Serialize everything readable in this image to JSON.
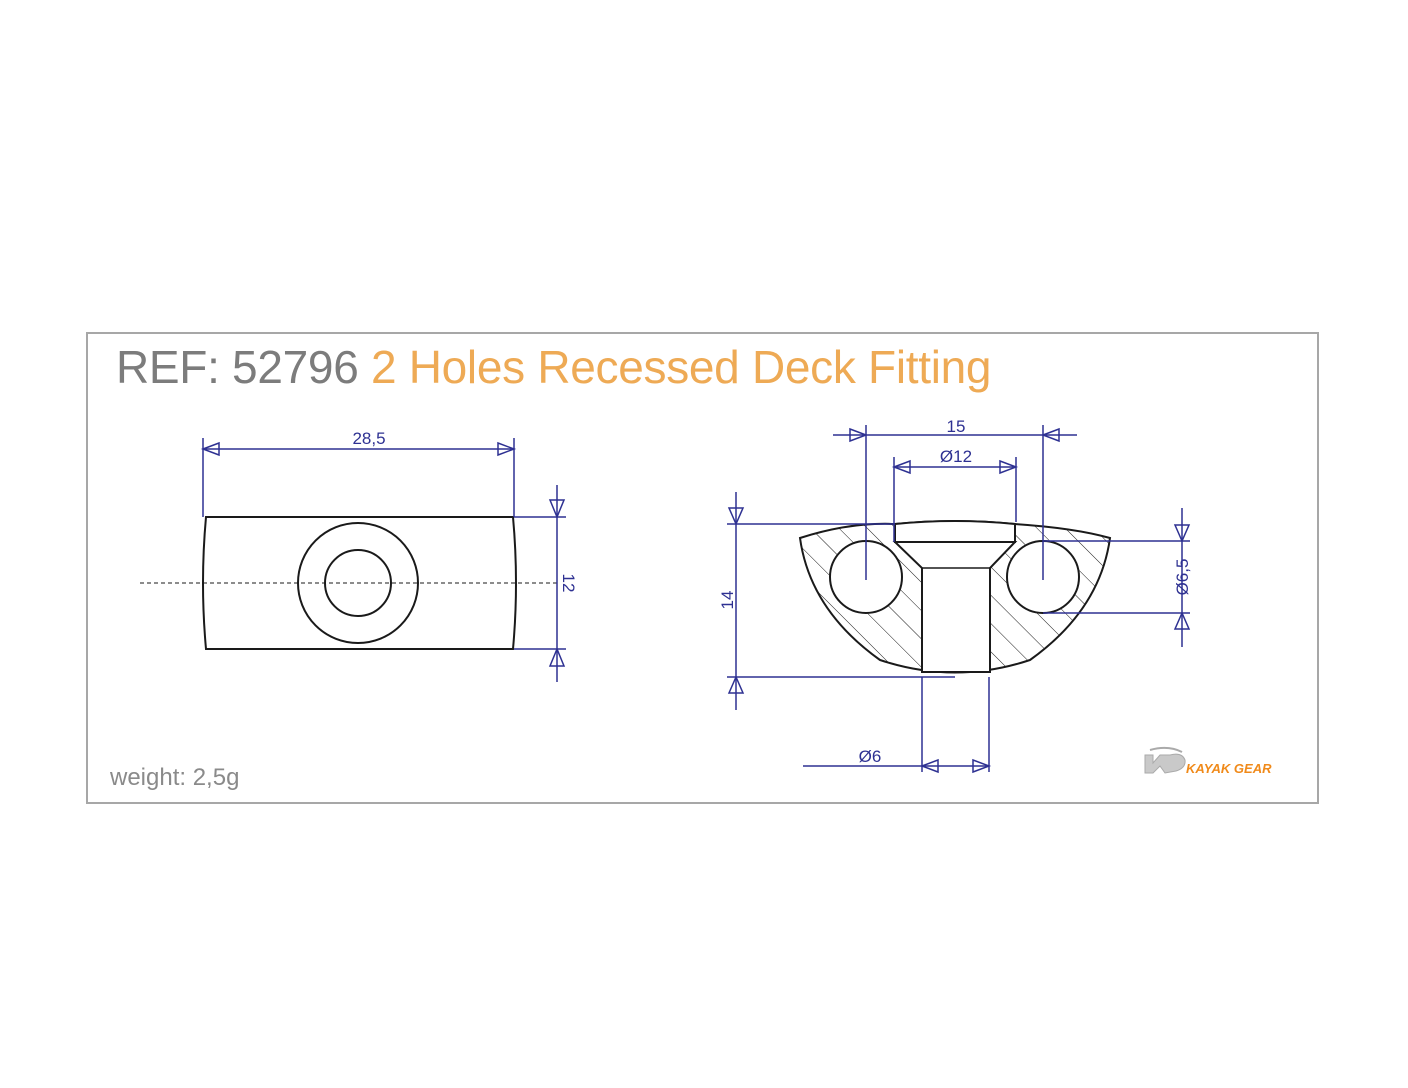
{
  "title": {
    "ref": "REF: 52796",
    "name": "2 Holes Recessed Deck Fitting"
  },
  "weight": "weight: 2,5g",
  "dimensions": {
    "length": "28,5",
    "height_side": "12",
    "hole_spacing": "15",
    "recess_diameter": "Ø12",
    "height_front": "14",
    "hole_diameter": "Ø6,5",
    "center_hole_diameter": "Ø6"
  },
  "logo": {
    "text": "KAYAK GEAR",
    "color": "#f08a1a"
  },
  "colors": {
    "dimension": "#2e3192",
    "outline": "#1a1a1a",
    "ref": "#7c7c7c",
    "title": "#eeaa55",
    "frame": "#a7a7a7"
  }
}
